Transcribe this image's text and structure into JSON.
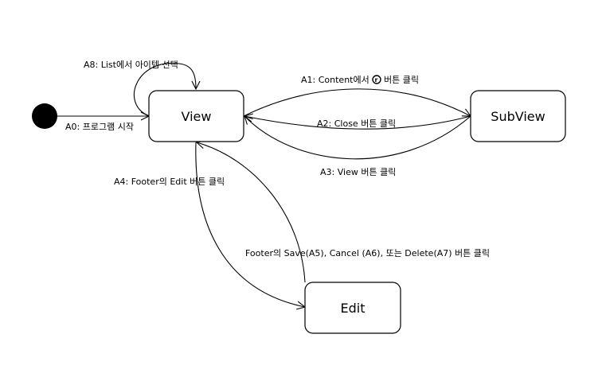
{
  "states": {
    "view": "View",
    "subview": "SubView",
    "edit": "Edit"
  },
  "transitions": {
    "a0": "A0: 프로그램 시작",
    "a8": "A8: List에서 아이템 선택",
    "a1_prefix": "A1: Content에서",
    "a1_suffix": "버튼 클릭",
    "a1_icon": "refresh-icon",
    "a2": "A2: Close 버튼 클릭",
    "a3": "A3: View 버튼 클릭",
    "a4": "A4: Footer의 Edit 버튼 클릭",
    "a5_a6_a7": "Footer의 Save(A5), Cancel (A6), 또는 Delete(A7) 버튼 클릭"
  },
  "colors": {
    "line": "#000000",
    "background": "#ffffff"
  }
}
